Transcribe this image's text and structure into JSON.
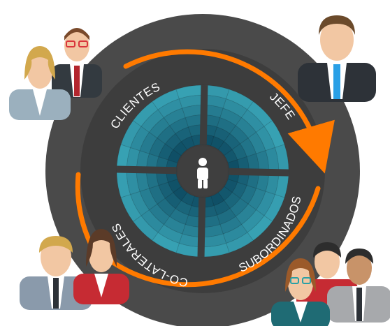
{
  "diagram": {
    "labels": {
      "clientes": "CLIENTES",
      "jefe": "JEFE",
      "subordinados": "SUBORDINADOS",
      "colaterales": "CO-LATERALES"
    },
    "center_icon": "person-icon",
    "colors": {
      "outer_ring": "#4a4a4a",
      "arrow": "#ff7a00",
      "wheel_dark": "#0f4f66",
      "wheel_light": "#3aa6b8",
      "center_disc": "#3f3f3f"
    }
  }
}
